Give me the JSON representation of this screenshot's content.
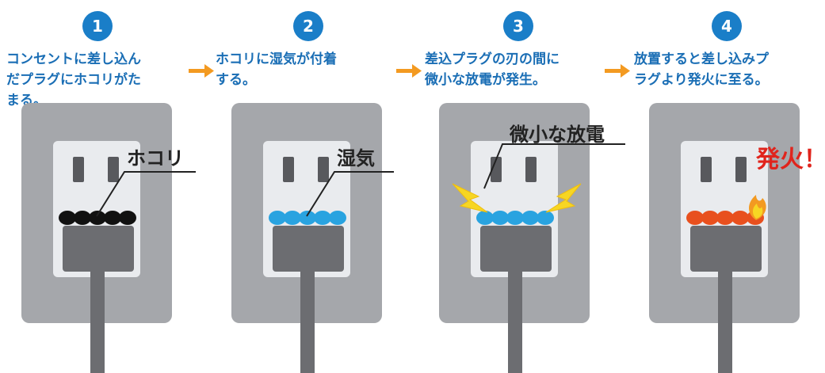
{
  "colors": {
    "badge_blue": "#1a7ec8",
    "caption_blue": "#1a6eb5",
    "arrow_orange": "#f39a21",
    "outlet_plate": "#a5a7ab",
    "outlet_face": "#e9ebee",
    "plug_gray": "#6c6d71",
    "dust_black": "#111111",
    "moisture_blue": "#29a3e0",
    "fire_orange": "#e8501e",
    "spark_yellow": "#f7d623",
    "alert_red": "#e0241c"
  },
  "steps": [
    {
      "number": "1",
      "caption_lines": [
        "コンセントに差し込ん",
        "だプラグにホコリがた",
        "まる。"
      ],
      "callout": "ホコリ",
      "residue": "dust"
    },
    {
      "number": "2",
      "caption_lines": [
        "ホコリに湿気が付着",
        "する。"
      ],
      "callout": "湿気",
      "residue": "moisture"
    },
    {
      "number": "3",
      "caption_lines": [
        "差込プラグの刃の間に",
        "微小な放電が発生。"
      ],
      "callout": "微小な放電",
      "residue": "moisture"
    },
    {
      "number": "4",
      "caption_lines": [
        "放置すると差し込みプ",
        "ラグより発火に至る。"
      ],
      "callout": "発火！",
      "residue": "fire"
    }
  ],
  "icons": [
    "arrow-right-icon",
    "spark-icon",
    "flame-icon"
  ]
}
